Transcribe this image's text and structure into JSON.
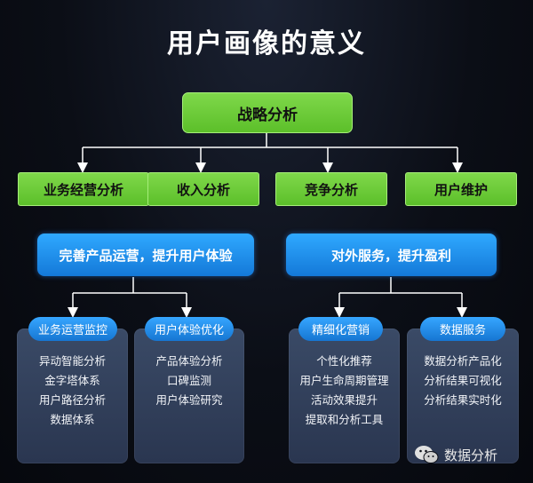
{
  "title": "用户画像的意义",
  "top": {
    "label": "战略分析"
  },
  "level2": [
    {
      "label": "业务经营分析"
    },
    {
      "label": "收入分析"
    },
    {
      "label": "竞争分析"
    },
    {
      "label": "用户维护"
    }
  ],
  "level3": [
    {
      "label": "完善产品运营，提升用户体验"
    },
    {
      "label": "对外服务，提升盈利"
    }
  ],
  "groups": [
    {
      "header": "业务运营监控",
      "items": [
        "异动智能分析",
        "金字塔体系",
        "用户路径分析",
        "数据体系"
      ]
    },
    {
      "header": "用户体验优化",
      "items": [
        "产品体验分析",
        "口碑监测",
        "用户体验研究"
      ]
    },
    {
      "header": "精细化营销",
      "items": [
        "个性化推荐",
        "用户生命周期管理",
        "活动效果提升",
        "提取和分析工具"
      ]
    },
    {
      "header": "数据服务",
      "items": [
        "数据分析产品化",
        "分析结果可视化",
        "分析结果实时化"
      ]
    }
  ],
  "watermark": {
    "text": "数据分析",
    "icon": "wechat-icon"
  },
  "colors": {
    "green": "#6cca38",
    "blue": "#1e8ae8",
    "panel": "#33415c",
    "background": "#0b0e16"
  }
}
